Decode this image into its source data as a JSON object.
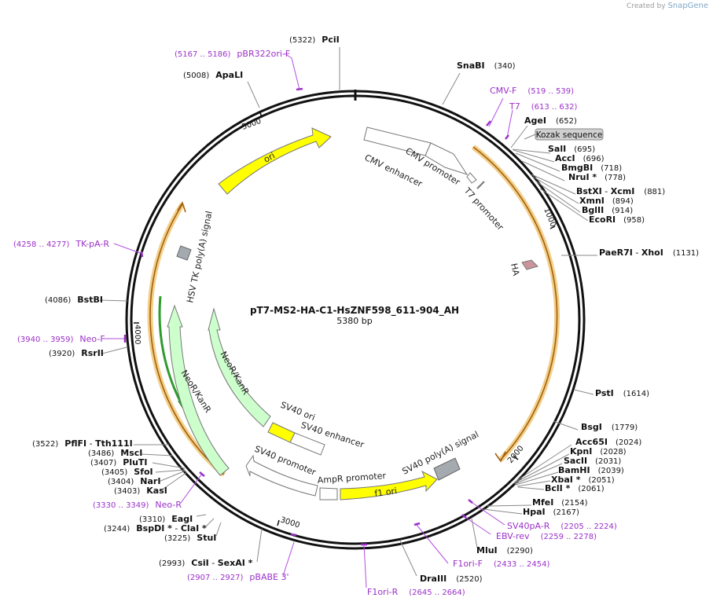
{
  "header": {
    "credit_prefix": "Created by",
    "credit_brand": "SnapGene"
  },
  "plasmid": {
    "name": "pT7-MS2-HA-C1-HsZNF598_611-904_AH",
    "length_label": "5380 bp",
    "length": 5380
  },
  "tick_labels": [
    "1000",
    "2000",
    "3000",
    "4000",
    "5000"
  ],
  "colors": {
    "backbone": "#111111",
    "site_line": "#8a8a8a",
    "primer": "#9b30c8",
    "ori": "#ffff00",
    "neo": "#ccffcc",
    "feature_outline": "#777777",
    "orf_orange": "#e8a33c",
    "orf_green": "#2e9b2e",
    "ha": "#c9959b"
  },
  "sites": [
    {
      "id": "pci",
      "name": "PciI",
      "pos": "(5322)",
      "bp": 5322
    },
    {
      "id": "snabi",
      "name": "SnaBI",
      "pos": "(340)",
      "bp": 340
    },
    {
      "id": "agei",
      "name": "AgeI",
      "pos": "(652)",
      "bp": 652
    },
    {
      "id": "sali",
      "name": "SalI",
      "pos": "(695)",
      "bp": 695
    },
    {
      "id": "acci",
      "name": "AccI",
      "pos": "(696)",
      "bp": 696
    },
    {
      "id": "bmgbi",
      "name": "BmgBI",
      "pos": "(718)",
      "bp": 718
    },
    {
      "id": "nrui",
      "name": "NruI *",
      "pos": "(778)",
      "bp": 778
    },
    {
      "id": "bstxi",
      "name": "BstXI",
      "name2": "XcmI",
      "pos": "(881)",
      "bp": 881
    },
    {
      "id": "xmni",
      "name": "XmnI",
      "pos": "(894)",
      "bp": 894
    },
    {
      "id": "bglii",
      "name": "BglII",
      "pos": "(914)",
      "bp": 914
    },
    {
      "id": "ecori",
      "name": "EcoRI",
      "pos": "(958)",
      "bp": 958
    },
    {
      "id": "paer7i",
      "name": "PaeR7I",
      "name2": "XhoI",
      "pos": "(1131)",
      "bp": 1131
    },
    {
      "id": "psti",
      "name": "PstI",
      "pos": "(1614)",
      "bp": 1614
    },
    {
      "id": "bsgi",
      "name": "BsgI",
      "pos": "(1779)",
      "bp": 1779
    },
    {
      "id": "acc65i",
      "name": "Acc65I",
      "pos": "(2024)",
      "bp": 2024
    },
    {
      "id": "kpni",
      "name": "KpnI",
      "pos": "(2028)",
      "bp": 2028
    },
    {
      "id": "sacii",
      "name": "SacII",
      "pos": "(2031)",
      "bp": 2031
    },
    {
      "id": "bamhi",
      "name": "BamHI",
      "pos": "(2039)",
      "bp": 2039
    },
    {
      "id": "xbai",
      "name": "XbaI *",
      "pos": "(2051)",
      "bp": 2051
    },
    {
      "id": "bcli",
      "name": "BclI *",
      "pos": "(2061)",
      "bp": 2061
    },
    {
      "id": "mfei",
      "name": "MfeI",
      "pos": "(2154)",
      "bp": 2154
    },
    {
      "id": "hpai",
      "name": "HpaI",
      "pos": "(2167)",
      "bp": 2167
    },
    {
      "id": "mlui",
      "name": "MluI",
      "pos": "(2290)",
      "bp": 2290
    },
    {
      "id": "draiii",
      "name": "DraIII",
      "pos": "(2520)",
      "bp": 2520
    },
    {
      "id": "csii",
      "name": "CsiI",
      "name2": "SexAI *",
      "pos": "(2993)",
      "bp": 2993
    },
    {
      "id": "stui",
      "name": "StuI",
      "pos": "(3225)",
      "bp": 3225
    },
    {
      "id": "bspdi",
      "name": "BspDI *",
      "name2": "ClaI *",
      "pos": "(3244)",
      "bp": 3244
    },
    {
      "id": "eagi",
      "name": "EagI",
      "pos": "(3310)",
      "bp": 3310
    },
    {
      "id": "kasi",
      "name": "KasI",
      "pos": "(3403)",
      "bp": 3403
    },
    {
      "id": "nari",
      "name": "NarI",
      "pos": "(3404)",
      "bp": 3404
    },
    {
      "id": "sfoi",
      "name": "SfoI",
      "pos": "(3405)",
      "bp": 3405
    },
    {
      "id": "pluti",
      "name": "PluTI",
      "pos": "(3407)",
      "bp": 3407
    },
    {
      "id": "msci",
      "name": "MscI",
      "pos": "(3486)",
      "bp": 3486
    },
    {
      "id": "pflfi",
      "name": "PflFI",
      "name2": "Tth111I",
      "pos": "(3522)",
      "bp": 3522
    },
    {
      "id": "rsrii",
      "name": "RsrII",
      "pos": "(3920)",
      "bp": 3920
    },
    {
      "id": "bstbi",
      "name": "BstBI",
      "pos": "(4086)",
      "bp": 4086
    },
    {
      "id": "apali",
      "name": "ApaLI",
      "pos": "(5008)",
      "bp": 5008
    }
  ],
  "primers": [
    {
      "id": "pbr322ori-f",
      "name": "pBR322ori-F",
      "pos": "(5167 .. 5186)",
      "bp": 5176
    },
    {
      "id": "cmv-f",
      "name": "CMV-F",
      "pos": "(519 .. 539)",
      "bp": 529
    },
    {
      "id": "t7",
      "name": "T7",
      "pos": "(613 .. 632)",
      "bp": 622
    },
    {
      "id": "tk-pa-r",
      "name": "TK-pA-R",
      "pos": "(4258 .. 4277)",
      "bp": 4267
    },
    {
      "id": "neo-f",
      "name": "Neo-F",
      "pos": "(3940 .. 3959)",
      "bp": 3950
    },
    {
      "id": "neo-r",
      "name": "Neo-R",
      "pos": "(3330 .. 3349)",
      "bp": 3340
    },
    {
      "id": "sv40pa-r",
      "name": "SV40pA-R",
      "pos": "(2205 .. 2224)",
      "bp": 2215
    },
    {
      "id": "ebv-rev",
      "name": "EBV-rev",
      "pos": "(2259 .. 2278)",
      "bp": 2268
    },
    {
      "id": "f1ori-f",
      "name": "F1ori-F",
      "pos": "(2433 .. 2454)",
      "bp": 2443
    },
    {
      "id": "f1ori-r",
      "name": "F1ori-R",
      "pos": "(2645 .. 2664)",
      "bp": 2654
    },
    {
      "id": "pbabe-3",
      "name": "pBABE 3'",
      "pos": "(2907 .. 2927)",
      "bp": 2917
    }
  ],
  "kozak": {
    "name": "Kozak sequence"
  },
  "features": {
    "cmv_enhancer": "CMV enhancer",
    "cmv_promoter": "CMV promoter",
    "t7_promoter": "T7 promoter",
    "ha": "HA",
    "ori": "ori",
    "hsv_tk": "HSV TK poly(A) signal",
    "neor_inner": "NeoR/KanR",
    "neor_outer": "NeoR/KanR",
    "sv40_ori": "SV40 ori",
    "sv40_enhancer": "SV40 enhancer",
    "sv40_promoter": "SV40 promoter",
    "ampr_promoter": "AmpR promoter",
    "f1_ori": "f1 ori",
    "sv40_polya": "SV40 poly(A) signal"
  }
}
